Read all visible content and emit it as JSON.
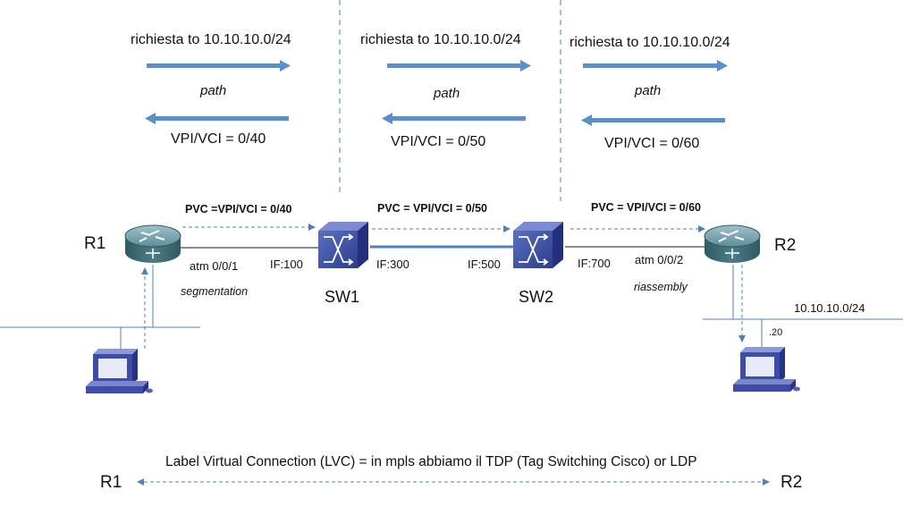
{
  "segments": [
    {
      "request": "richiesta  to 10.10.10.0/24",
      "path": "path",
      "vpi": "VPI/VCI = 0/40"
    },
    {
      "request": "richiesta  to 10.10.10.0/24",
      "path": "path",
      "vpi": "VPI/VCI = 0/50"
    },
    {
      "request": "richiesta  to 10.10.10.0/24",
      "path": "path",
      "vpi": "VPI/VCI = 0/60"
    }
  ],
  "pvc_labels": [
    "PVC =VPI/VCI = 0/40",
    "PVC = VPI/VCI = 0/50",
    "PVC = VPI/VCI = 0/60"
  ],
  "nodes": {
    "r1": "R1",
    "r2": "R2",
    "sw1": "SW1",
    "sw2": "SW2"
  },
  "interfaces": {
    "r1_atm": "atm 0/0/1",
    "sw1_left": "IF:100",
    "sw1_right": "IF:300",
    "sw2_left": "IF:500",
    "sw2_right": "IF:700",
    "r2_atm": "atm 0/0/2"
  },
  "process": {
    "segmentation": "segmentation",
    "reassembly": "riassembly"
  },
  "network": {
    "subnet": "10.10.10.0/24",
    "host": ".20"
  },
  "lvc": {
    "text": "Label Virtual Connection (LVC) = in mpls abbiamo il TDP (Tag Switching Cisco) or LDP",
    "left": "R1",
    "right": "R2"
  },
  "colors": {
    "arrow": "#5b8fcb",
    "dashed": "#4f81bd",
    "line": "#1a1a1a",
    "router": "#3f6f7a",
    "switch": "#35459a"
  }
}
